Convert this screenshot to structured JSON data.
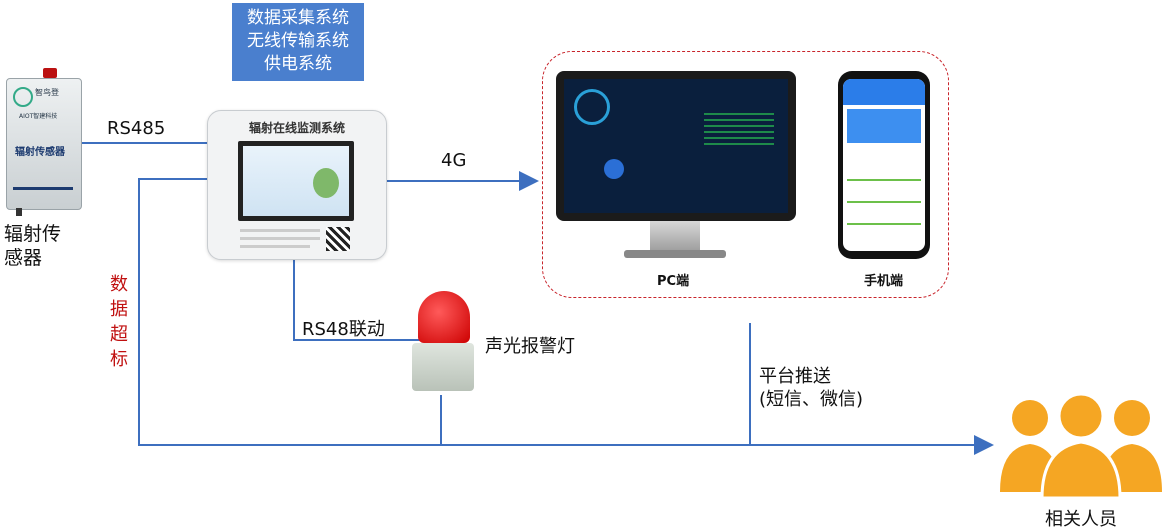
{
  "subsystem_labels": [
    "数据采集系统",
    "无线传输系统",
    "供电系统"
  ],
  "sensor": {
    "brand": "智鸟登",
    "brand_sub": "AIOT智建科技",
    "device_text": "辐射传感器",
    "caption": "辐射传\n感器"
  },
  "monitor_box": {
    "title": "辐射在线监测系统"
  },
  "edges": {
    "rs485": "RS485",
    "net4g": "4G",
    "rs48_link": "RS48联动",
    "exceed": "数\n据\n超\n标",
    "push": "平台推送\n(短信、微信)"
  },
  "alarm": {
    "label": "声光报警灯"
  },
  "terminals": {
    "pc": "PC端",
    "mobile": "手机端"
  },
  "people": {
    "label": "相关人员"
  },
  "colors": {
    "line": "#3d6fbf",
    "subsystem_bg": "#4a7fce",
    "dashed": "#c8242b",
    "people": "#f5a623",
    "alarm": "#d61c1c",
    "exceed_text": "#c01010"
  }
}
